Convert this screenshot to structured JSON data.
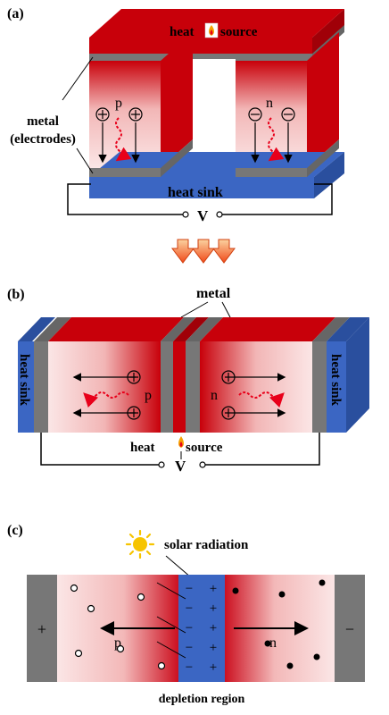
{
  "panel_a": {
    "tag": "(a)",
    "heat_word": "heat",
    "source_word": "source",
    "metal_label_line1": "metal",
    "metal_label_line2": "(electrodes)",
    "p_label": "p",
    "n_label": "n",
    "sink_label": "heat sink",
    "voltage_label": "V"
  },
  "panel_b": {
    "tag": "(b)",
    "metal_label": "metal",
    "left_sink_label": "heat sink",
    "right_sink_label": "heat sink",
    "p_label": "p",
    "n_label": "n",
    "heat_word": "heat",
    "source_word": "source",
    "voltage_label": "V"
  },
  "panel_c": {
    "tag": "(c)",
    "solar_label": "solar radiation",
    "plus_terminal": "+",
    "minus_terminal": "−",
    "p_label": "p",
    "n_label": "n",
    "depletion_label": "depletion region",
    "depletion_minus": "−",
    "depletion_plus": "+"
  },
  "colors": {
    "red": "#c8000a",
    "gray": "#777777",
    "blue": "#3b66c3",
    "dark_blue": "#2a4f9e",
    "arrow_orange": "#f26a2e",
    "dashed_red": "#e8001a"
  }
}
